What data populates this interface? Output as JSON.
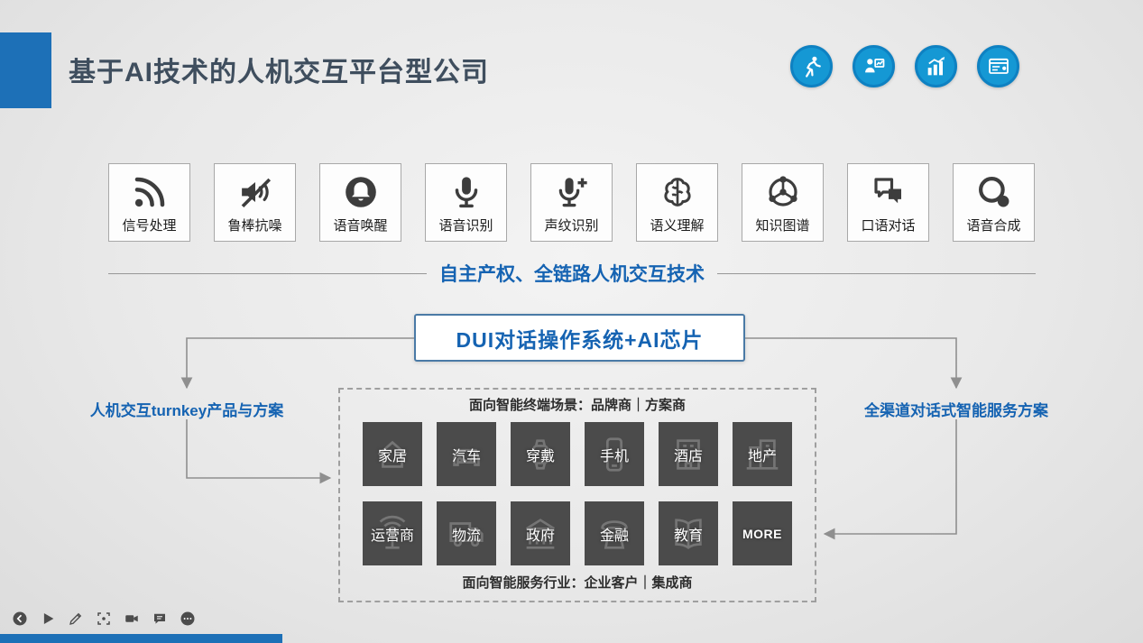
{
  "colors": {
    "accent_blue": "#1d70b7",
    "icon_circle_blue": "#1598d4",
    "icon_circle_ring": "#0e81c2",
    "title_color": "#3f4e5e",
    "text_blue": "#1563b2",
    "tile_bg": "#4b4b4b",
    "arrow_gray": "#8f8f8f"
  },
  "header": {
    "title": "基于AI技术的人机交互平台型公司",
    "icons": [
      "runner-icon",
      "presenter-chart-icon",
      "growth-chart-icon",
      "browser-card-icon"
    ]
  },
  "tech_stack": {
    "tagline": "自主产权、全链路人机交互技术",
    "items": [
      {
        "label": "信号处理",
        "icon": "signal-icon"
      },
      {
        "label": "鲁棒抗噪",
        "icon": "muted-speaker-icon"
      },
      {
        "label": "语音唤醒",
        "icon": "bell-icon"
      },
      {
        "label": "语音识别",
        "icon": "microphone-icon"
      },
      {
        "label": "声纹识别",
        "icon": "microphone-plus-icon"
      },
      {
        "label": "语义理解",
        "icon": "brain-icon"
      },
      {
        "label": "知识图谱",
        "icon": "knowledge-graph-icon"
      },
      {
        "label": "口语对话",
        "icon": "chat-bubbles-icon"
      },
      {
        "label": "语音合成",
        "icon": "speech-circle-icon"
      }
    ]
  },
  "platform": {
    "label": "DUI对话操作系统+AI芯片"
  },
  "branches": {
    "left": "人机交互turnkey产品与方案",
    "right": "全渠道对话式智能服务方案"
  },
  "industry_panel": {
    "top_caption": "面向智能终端场景：品牌商｜方案商",
    "bottom_caption": "面向智能服务行业：企业客户｜集成商",
    "tiles": [
      {
        "label": "家居",
        "icon": "home-icon"
      },
      {
        "label": "汽车",
        "icon": "car-icon"
      },
      {
        "label": "穿戴",
        "icon": "watch-icon"
      },
      {
        "label": "手机",
        "icon": "smartphone-icon"
      },
      {
        "label": "酒店",
        "icon": "hotel-icon"
      },
      {
        "label": "地产",
        "icon": "buildings-icon"
      },
      {
        "label": "运营商",
        "icon": "antenna-icon"
      },
      {
        "label": "物流",
        "icon": "truck-icon"
      },
      {
        "label": "政府",
        "icon": "government-icon"
      },
      {
        "label": "金融",
        "icon": "telephone-icon"
      },
      {
        "label": "教育",
        "icon": "book-icon"
      },
      {
        "label": "MORE",
        "icon": "none"
      }
    ]
  },
  "player_toolbar": {
    "icons": [
      "back-icon",
      "play-icon",
      "pencil-icon",
      "scan-icon",
      "camera-icon",
      "comment-icon",
      "more-icon"
    ]
  }
}
